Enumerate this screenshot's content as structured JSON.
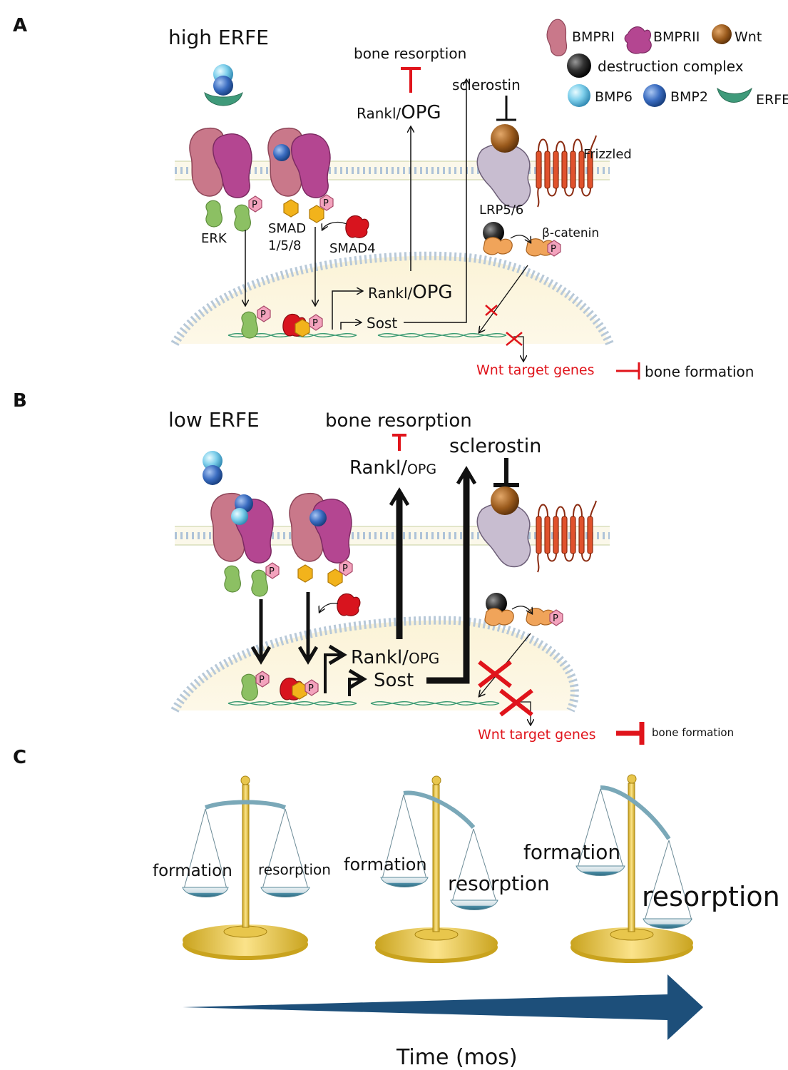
{
  "panel_a": {
    "label": "A",
    "title": "high ERFE",
    "bone_resorption": "bone resorption",
    "rankl_opg_pre": "Rankl/",
    "rankl_opg_post": "OPG",
    "sclerostin": "sclerostin",
    "frizzled": "Frizzled",
    "lrp": "LRP5/6",
    "beta_catenin": "β-catenin",
    "erk": "ERK",
    "smad_line1": "SMAD",
    "smad_line2": "1/5/8",
    "smad4": "SMAD4",
    "nuc_rankl_pre": "Rankl/",
    "nuc_rankl_post": "OPG",
    "sost": "Sost",
    "wnt_targets": "Wnt target genes",
    "bone_formation": "bone formation",
    "phospho": "P"
  },
  "legend": {
    "bmpri": "BMPRI",
    "bmprii": "BMPRII",
    "wnt": "Wnt",
    "destruction": "destruction complex",
    "bmp6": "BMP6",
    "bmp2": "BMP2",
    "erfe": "ERFE"
  },
  "panel_b": {
    "label": "B",
    "title": "low ERFE",
    "bone_resorption": "bone resorption",
    "rankl_pre": "Rankl/",
    "rankl_post": "OPG",
    "sclerostin": "sclerostin",
    "nuc_rankl_pre": "Rankl/",
    "nuc_rankl_post": "OPG",
    "sost": "Sost",
    "wnt_targets": "Wnt target genes",
    "bone_formation": "bone formation"
  },
  "panel_c": {
    "label": "C",
    "formation": "formation",
    "resorption": "resorption",
    "axis": "Time (mos)"
  },
  "colors": {
    "bmpri": "#c9788a",
    "bmprii": "#b44691",
    "erk": "#8cc063",
    "smad": "#f2b31b",
    "smad4": "#d8141e",
    "wnt": "#8a531a",
    "lrp": "#c8bdd0",
    "frizzled": "#e0522c",
    "beta_catenin": "#f0a45a",
    "phospho": "#f3a3bd",
    "inhibit": "#e0141b",
    "time_arrow": "#1d4f7a"
  }
}
